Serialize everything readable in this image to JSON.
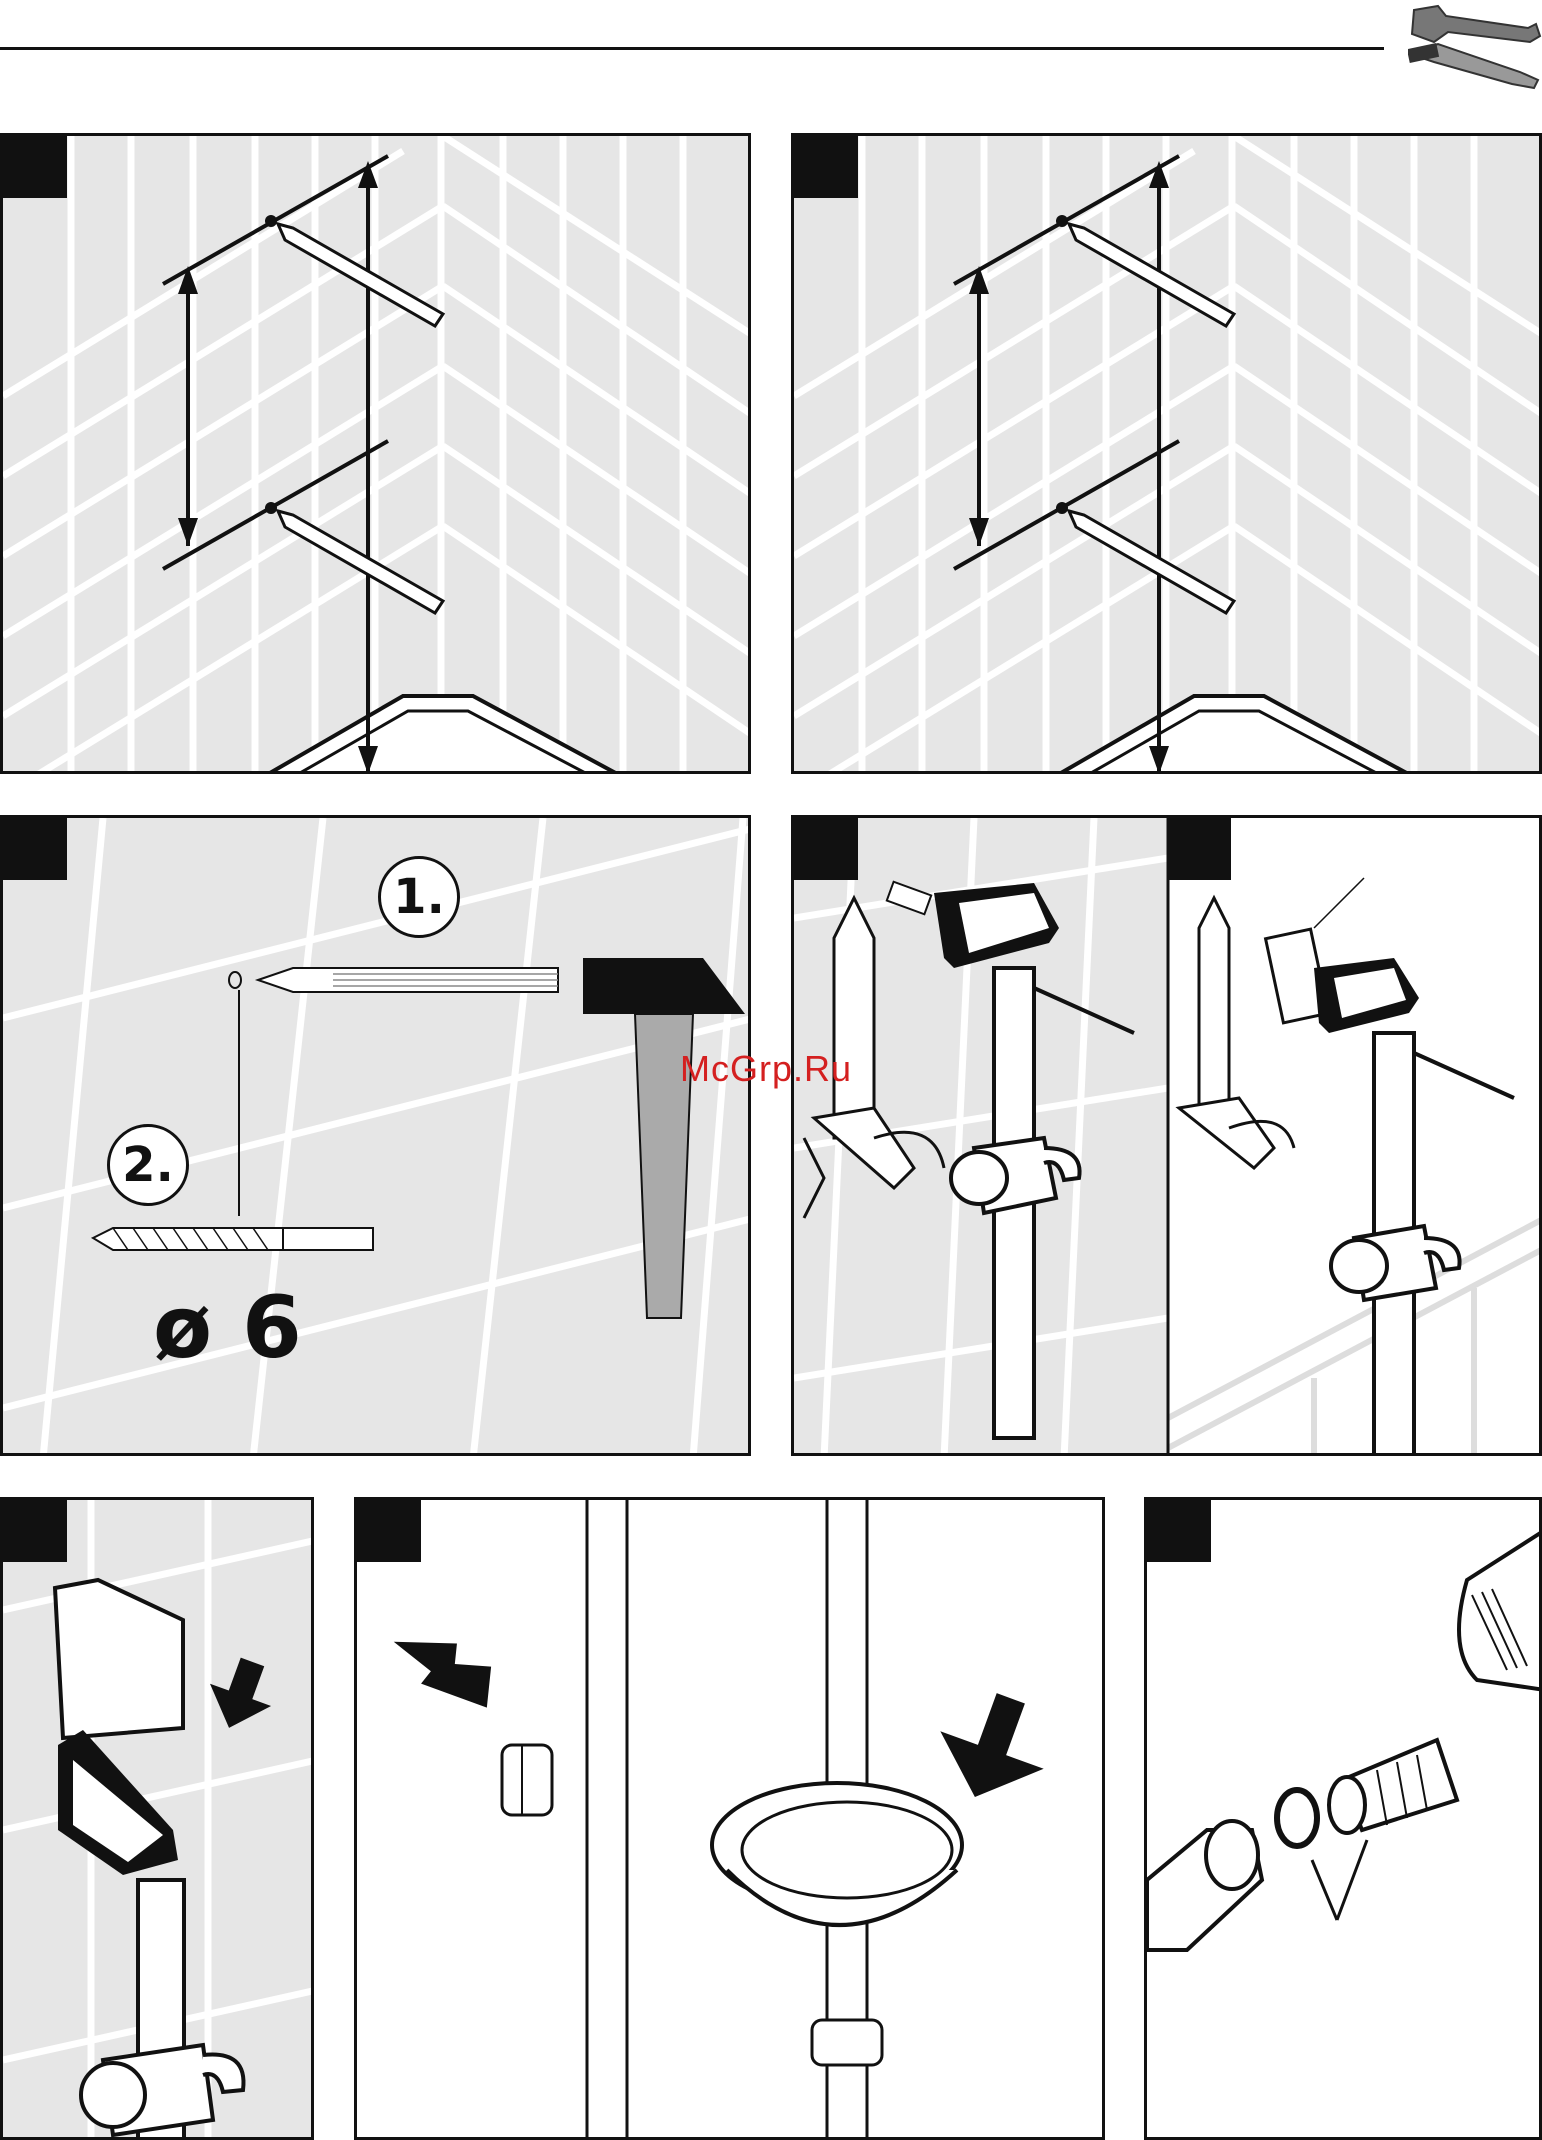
{
  "header": {
    "tools_icon": "wrench-screwdriver-icon"
  },
  "watermark": "McGrp.Ru",
  "step2": {
    "label1": "1.",
    "label2": "2.",
    "drill_diameter": "ø 6"
  },
  "colors": {
    "tile": "#e6e6e6",
    "grout": "#ffffff",
    "ink": "#111111",
    "watermark": "#d42020"
  }
}
